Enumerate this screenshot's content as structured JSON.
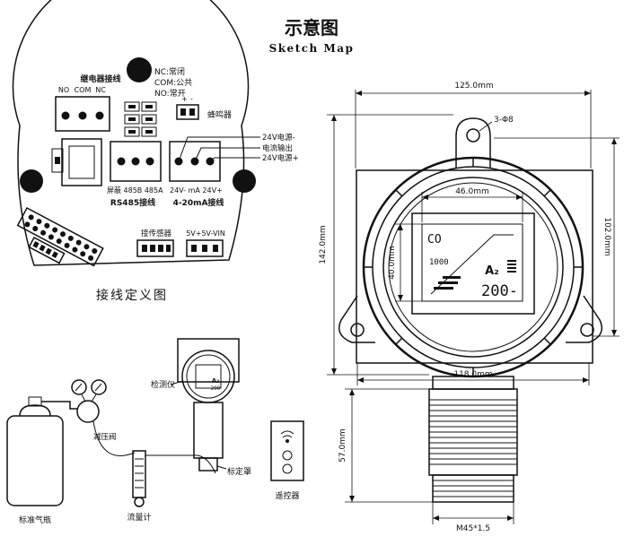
{
  "header": {
    "title_cn": "示意图",
    "title_en": "Sketch Map"
  },
  "board": {
    "relay_title": "继电器接线",
    "relay_terms": [
      "NO",
      "COM",
      "NC"
    ],
    "relay_legend": [
      "NC:常闭",
      "COM:公共",
      "NO:常开"
    ],
    "buzzer_plus": "+",
    "buzzer_minus": "-",
    "buzzer_label": "蜂鸣器",
    "power_labels": [
      "24V电源-",
      "电流输出",
      "24V电源+"
    ],
    "rs485_terms": "屏蔽 485B 485A",
    "rs485_label": "RS485接线",
    "analog_terms": "24V-  mA  24V+",
    "analog_label": "4-20mA接线",
    "sensor_label": "接传感器",
    "vin_label": "5V+5V-VIN",
    "board_caption": "接线定义图"
  },
  "setup": {
    "detector_label": "检测仪",
    "regulator_label": "减压阀",
    "cylinder_label": "标准气瓶",
    "flowmeter_label": "流量计",
    "hood_label": "标定罩",
    "remote_label": "遥控器",
    "mini_gas": "A₂",
    "mini_value": "200"
  },
  "dimensions": {
    "width_top": "125.0mm",
    "hole": "3-Φ8",
    "height_total": "142.0mm",
    "height_front": "102.0mm",
    "display_width": "46.0mm",
    "display_height": "40.0mm",
    "body_width": "118.0mm",
    "sensor_height": "57.0mm",
    "thread": "M45*1.5"
  },
  "lcd": {
    "gas_label": "CO",
    "scale": "1000",
    "gas_symbol": "A₂",
    "reading": "200-"
  }
}
